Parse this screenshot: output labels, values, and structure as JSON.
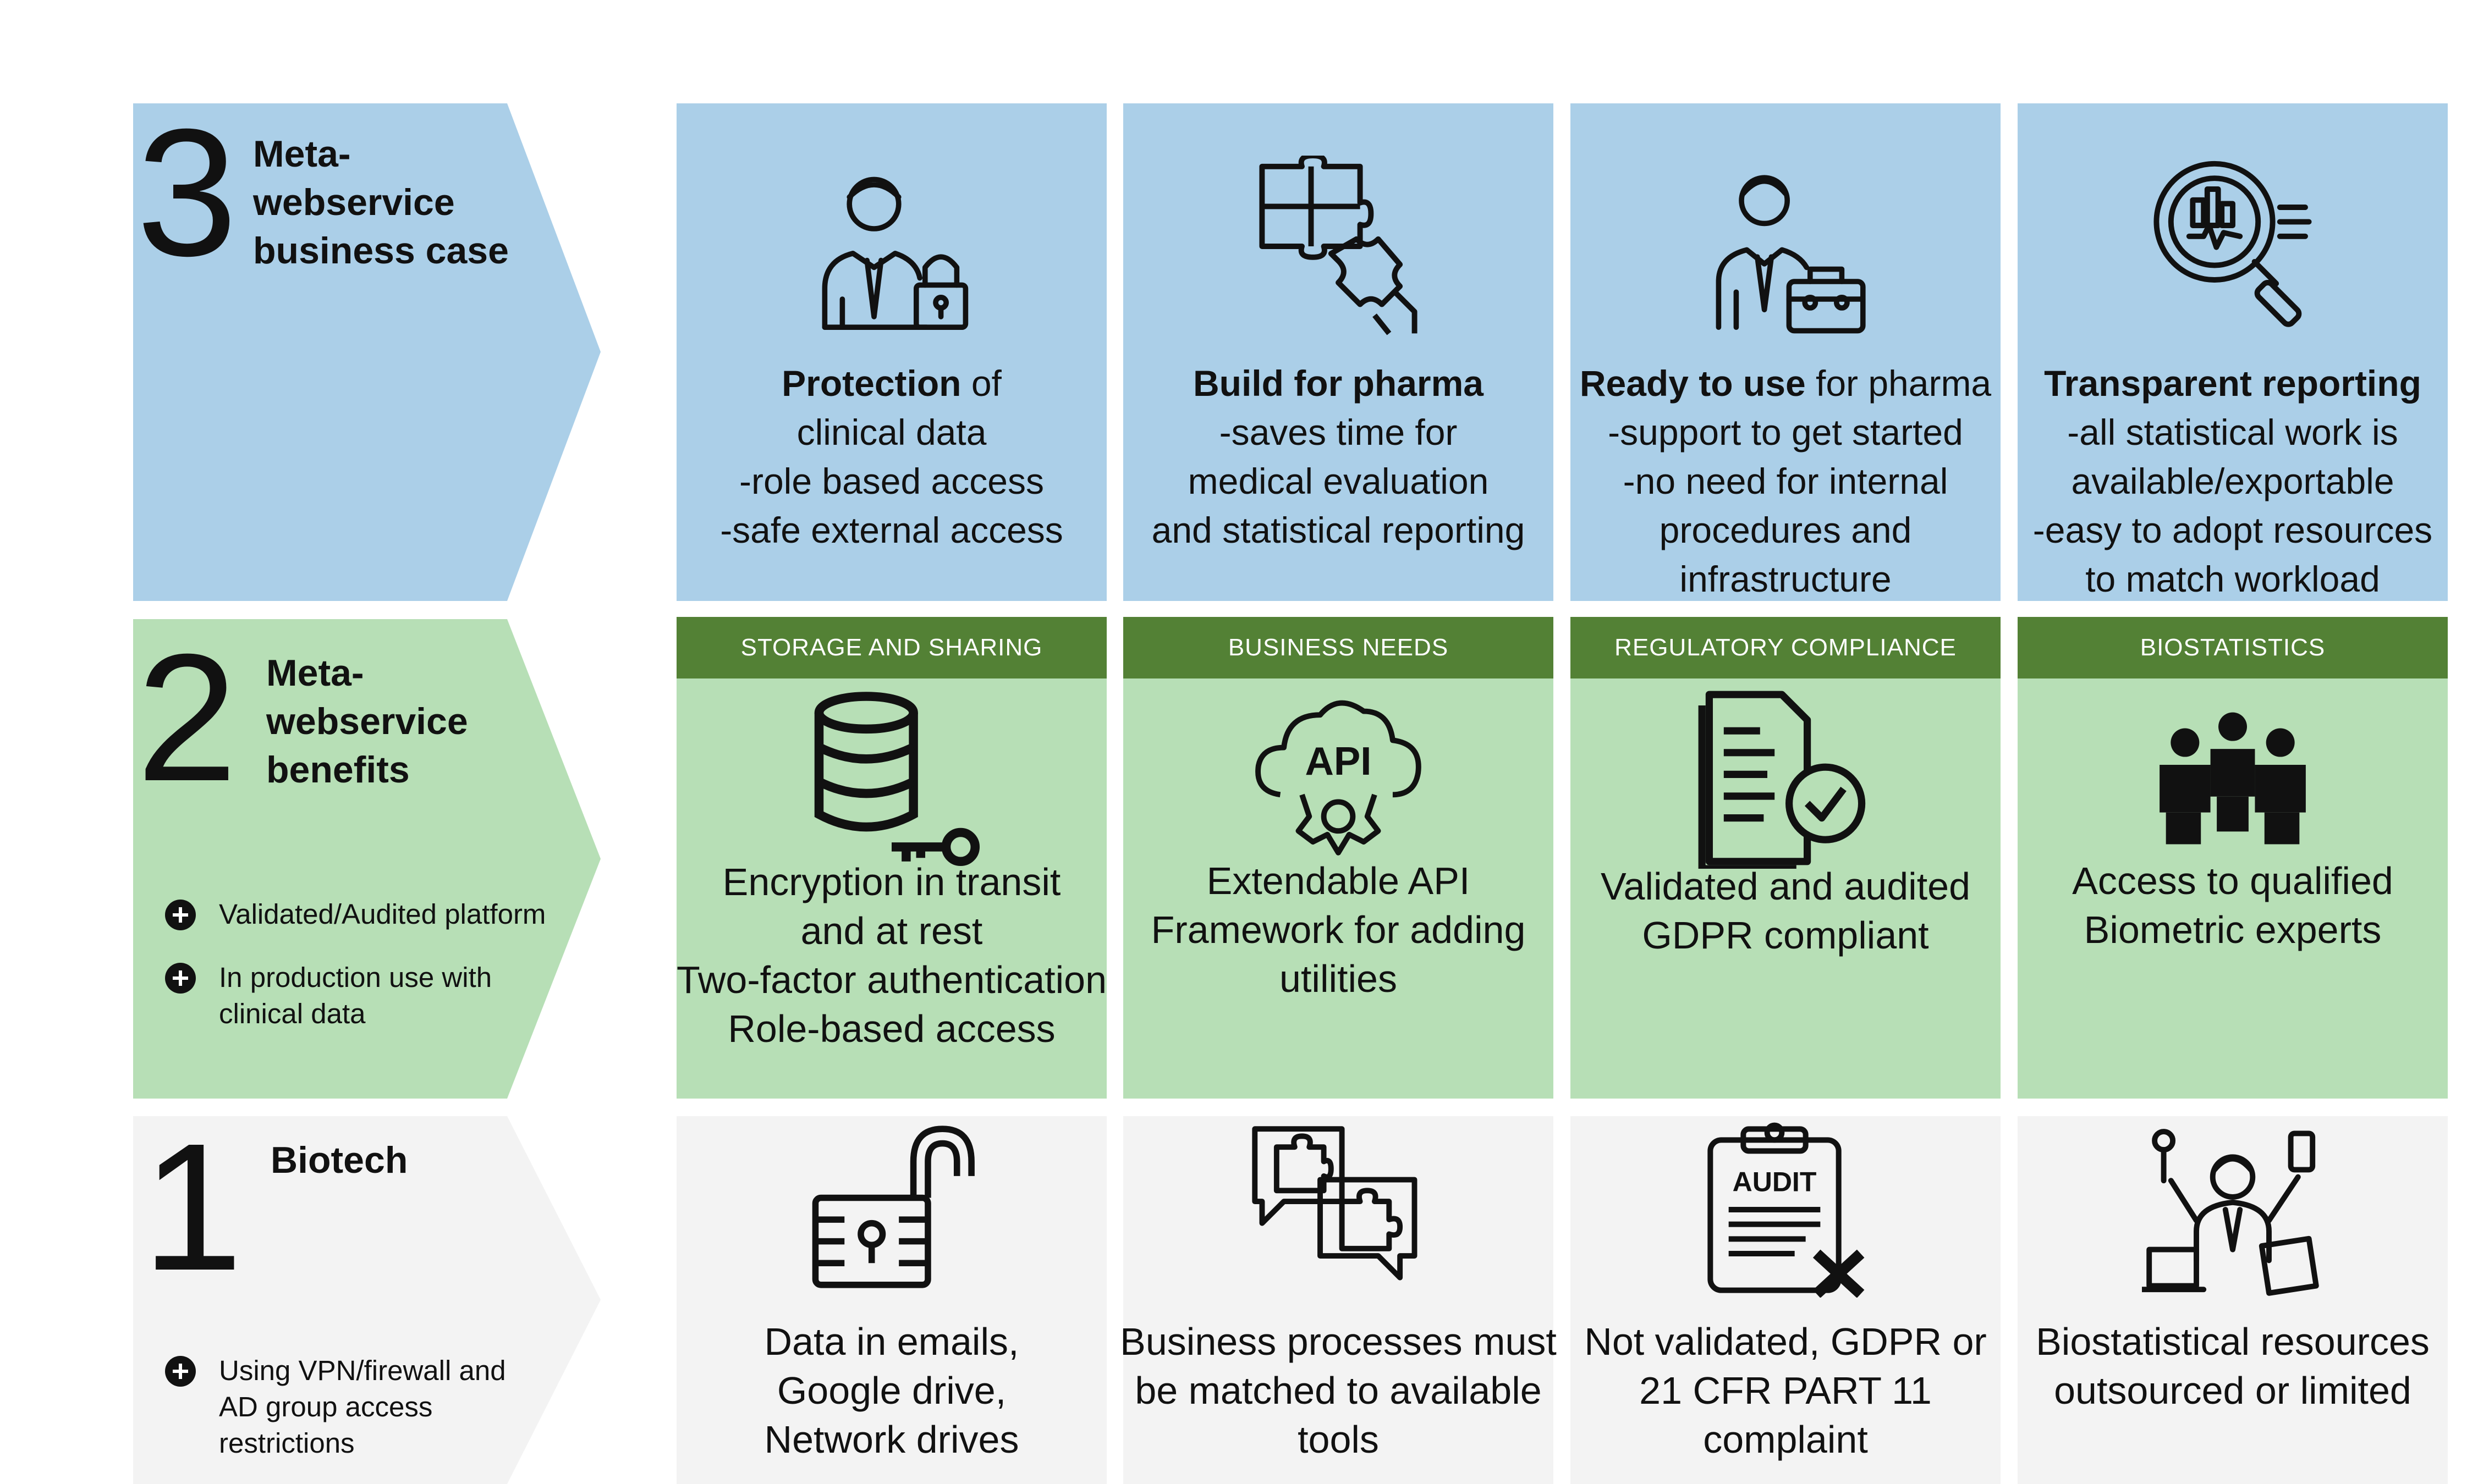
{
  "rows": {
    "r3": {
      "number": "3",
      "title": "Meta-\nwebservice\nbusiness case",
      "cells": [
        {
          "bold": "Protection",
          "rest": " of\nclinical data\n-role based access\n-safe external access",
          "icon": "manager-lock-icon"
        },
        {
          "bold": "Build for pharma",
          "rest": "\n-saves time for\nmedical evaluation\nand statistical reporting",
          "icon": "puzzle-hand-icon"
        },
        {
          "bold": "Ready to use",
          "rest": " for pharma\n-support to get started\n-no need for internal\nprocedures and\ninfrastructure",
          "icon": "businessman-briefcase-icon"
        },
        {
          "bold": "Transparent reporting",
          "rest": "\n-all statistical work is\navailable/exportable\n-easy to adopt resources\nto match workload",
          "icon": "magnifier-chart-icon"
        }
      ]
    },
    "r2": {
      "number": "2",
      "title": "Meta-\nwebservice\nbenefits",
      "bullets": [
        "Validated/Audited platform",
        "In production use with\nclinical data"
      ],
      "cells": [
        {
          "header": "STORAGE AND SHARING",
          "text": "Encryption in transit\nand at rest\nTwo-factor authentication\nRole-based access",
          "icon": "database-key-icon"
        },
        {
          "header": "BUSINESS NEEDS",
          "text": "Extendable API\nFramework for adding\nutilities",
          "icon": "api-cloud-gear-icon"
        },
        {
          "header": "REGULATORY COMPLIANCE",
          "text": "Validated and audited\nGDPR compliant",
          "icon": "document-check-icon"
        },
        {
          "header": "BIOSTATISTICS",
          "text": "Access to qualified\nBiometric experts",
          "icon": "team-experts-icon"
        }
      ]
    },
    "r1": {
      "number": "1",
      "title": "Biotech",
      "bullets": [
        "Using VPN/firewall and\nAD group access\nrestrictions"
      ],
      "cells": [
        {
          "text": "Data in emails,\nGoogle drive,\nNetwork drives",
          "icon": "open-padlock-icon"
        },
        {
          "text": "Business processes must\nbe matched to available\ntools",
          "icon": "puzzle-chat-icon"
        },
        {
          "text": "Not validated, GDPR or\n21 CFR PART 11\ncomplaint",
          "icon": "audit-clipboard-x-icon",
          "icon_label": "AUDIT"
        },
        {
          "text": "Biostatistical resources\noutsourced or limited",
          "icon": "multitask-person-icon"
        }
      ]
    }
  },
  "icons": {
    "api_label": "API"
  }
}
